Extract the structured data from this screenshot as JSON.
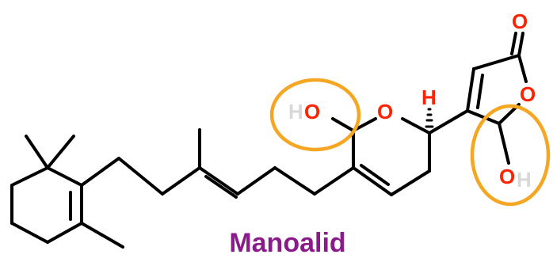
{
  "molecule_name": "Manoalid",
  "atoms": {
    "o_hemiketal": "O",
    "h_hemiketal": "H",
    "o_pyran": "O",
    "h_stereo": "H",
    "o_carbonyl": "O",
    "o_lactone": "O",
    "o_hydroxyl": "O",
    "h_hydroxyl": "H"
  },
  "colors": {
    "heteroatom": "#ff2200",
    "faded_h": "#d8d8d8",
    "highlight": "#f5a623",
    "title": "#8b1a8b",
    "bond": "#000000"
  }
}
